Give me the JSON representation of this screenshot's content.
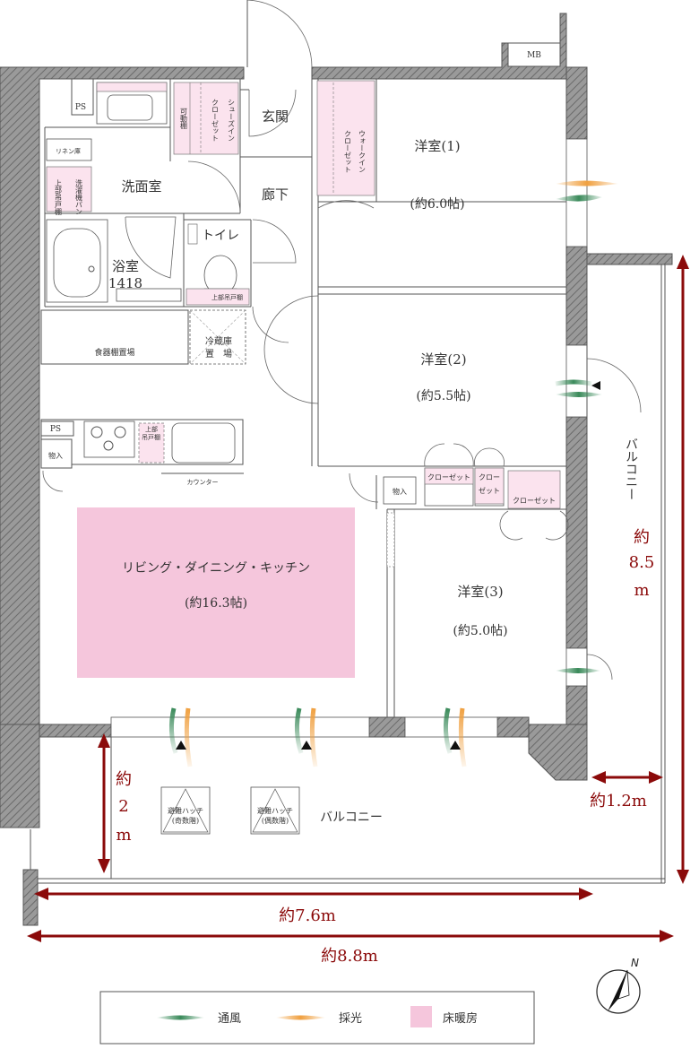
{
  "rooms": {
    "entrance": "玄関",
    "hallway": "廊下",
    "washroom": "洗面室",
    "bath": "浴室",
    "bath_size": "1418",
    "toilet": "トイレ",
    "western1": "洋室(1)",
    "western1_size": "(約6.0帖)",
    "western2": "洋室(2)",
    "western2_size": "(約5.5帖)",
    "western3": "洋室(3)",
    "western3_size": "(約5.0帖)",
    "ldk": "リビング・ダイニング・キッチン",
    "ldk_size": "(約16.3帖)",
    "balcony_side": "バルコニー",
    "balcony_front": "バルコニー"
  },
  "small_labels": {
    "ps1": "PS",
    "ps2": "PS",
    "mb": "MB",
    "linen": "リネン庫",
    "washer": "洗濯機パン",
    "upper_shelf": "上部吊戸棚",
    "shoes_in": "シューズイン",
    "closet": "クローゼット",
    "movable_shelf": "可動棚",
    "walk_in": "ウォークイン",
    "walk_in_closet": "クローゼット",
    "upper_shelf_toilet": "上部吊戸棚",
    "fridge1": "冷蔵庫",
    "fridge2": "置　場",
    "dish_shelf": "食器棚置場",
    "storage1": "物入",
    "storage2": "物入",
    "upper_shelf_kitchen1": "上部",
    "upper_shelf_kitchen2": "吊戸棚",
    "counter": "カウンター",
    "closet_a": "クローゼット",
    "closet_b1": "クロー",
    "closet_b2": "ゼット",
    "closet_c": "クローゼット",
    "hatch_odd1": "避難ハッチ",
    "hatch_odd2": "(奇数階)",
    "hatch_even1": "避難ハッチ",
    "hatch_even2": "(偶数階)"
  },
  "dimensions": {
    "vertical_balcony": [
      "約",
      "8.5",
      "m"
    ],
    "front_balcony_depth": [
      "約",
      "2",
      "m"
    ],
    "side_balcony_width": "約1.2m",
    "width_inner": "約7.6m",
    "width_outer": "約8.8m"
  },
  "compass": "N",
  "legend": {
    "ventilation": "通風",
    "daylight": "採光",
    "floor_heating": "床暖房"
  },
  "colors": {
    "floor_heating": "#f5c6dc",
    "dimension": "#8b0a0a",
    "ventilation": "#3a8a5a",
    "daylight": "#f0a040"
  }
}
